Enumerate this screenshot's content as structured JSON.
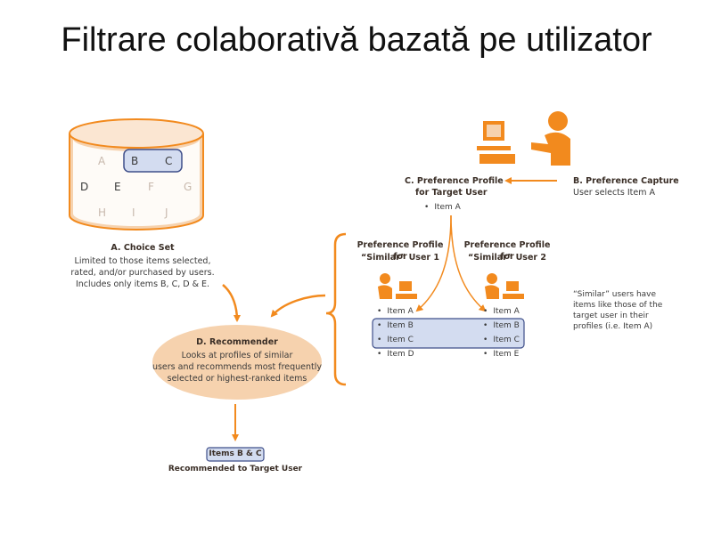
{
  "title": "Filtrare colaborativă bazată pe utilizator",
  "choice_set": {
    "letters": [
      "A",
      "B",
      "C",
      "D",
      "E",
      "F",
      "G",
      "H",
      "I",
      "J"
    ],
    "heading": "A.  Choice Set",
    "desc": [
      "Limited to those items selected,",
      "rated, and/or purchased by users.",
      "Includes only items B, C, D & E."
    ]
  },
  "capture": {
    "heading": "B. Preference Capture",
    "desc": "User selects Item A"
  },
  "target_profile": {
    "heading_1": "C.  Preference Profile",
    "heading_2": "for Target User",
    "item": "Item A"
  },
  "similar_1": {
    "heading_1": "Preference Profile for",
    "heading_2": "“Similar” User 1",
    "items": [
      "Item A",
      "Item B",
      "Item C",
      "Item D"
    ]
  },
  "similar_2": {
    "heading_1": "Preference Profile for",
    "heading_2": "“Similar” User 2",
    "items": [
      "Item A",
      "Item B",
      "Item C",
      "Item E"
    ]
  },
  "similar_note": [
    "“Similar” users have",
    "items like those of the",
    "target user in their",
    "profiles (i.e. Item A)"
  ],
  "recommender": {
    "heading": "D.  Recommender",
    "desc": [
      "Looks at profiles of similar",
      "users and recommends most frequently",
      "selected or highest-ranked items"
    ]
  },
  "result": {
    "items": "Items B & C",
    "caption": "Recommended to Target User"
  },
  "colors": {
    "orange": "#f28a1e",
    "peach": "#f6d2ae",
    "highlight_fill": "#d3dcf0",
    "highlight_stroke": "#3f4f8a"
  }
}
